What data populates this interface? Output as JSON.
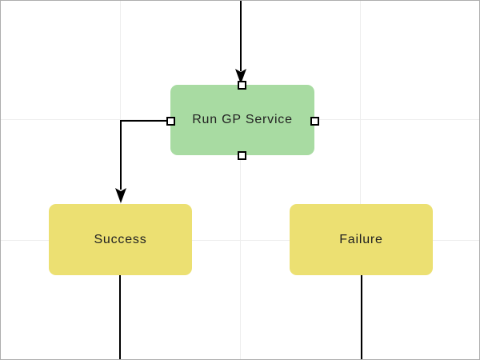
{
  "diagram": {
    "nodes": [
      {
        "label": "Run GP Service",
        "type": "process",
        "selected": true
      },
      {
        "label": "Success",
        "type": "outcome",
        "selected": false
      },
      {
        "label": "Failure",
        "type": "outcome",
        "selected": false
      }
    ],
    "connectors": [
      {
        "from": "offscreen-top",
        "to": "Run GP Service",
        "arrowhead": true
      },
      {
        "from": "Run GP Service",
        "to": "Success",
        "arrowhead": true,
        "route": "elbow-left-then-down"
      },
      {
        "from": "Success",
        "to": "offscreen-bottom",
        "arrowhead": false
      },
      {
        "from": "Failure",
        "to": "offscreen-bottom",
        "arrowhead": false
      }
    ],
    "selection": {
      "selected_node_label": "Run GP Service",
      "handle_positions": [
        "top",
        "left",
        "right",
        "bottom"
      ]
    }
  },
  "colors": {
    "process_fill": "#a8dba2",
    "outcome_fill": "#ece072",
    "connector_line": "#000000",
    "grid_line": "#eeeeee",
    "canvas_bg": "#ffffff",
    "canvas_border": "#aeaeae",
    "node_text": "#222222",
    "handle_fill": "#ffffff",
    "handle_border": "#000000"
  }
}
